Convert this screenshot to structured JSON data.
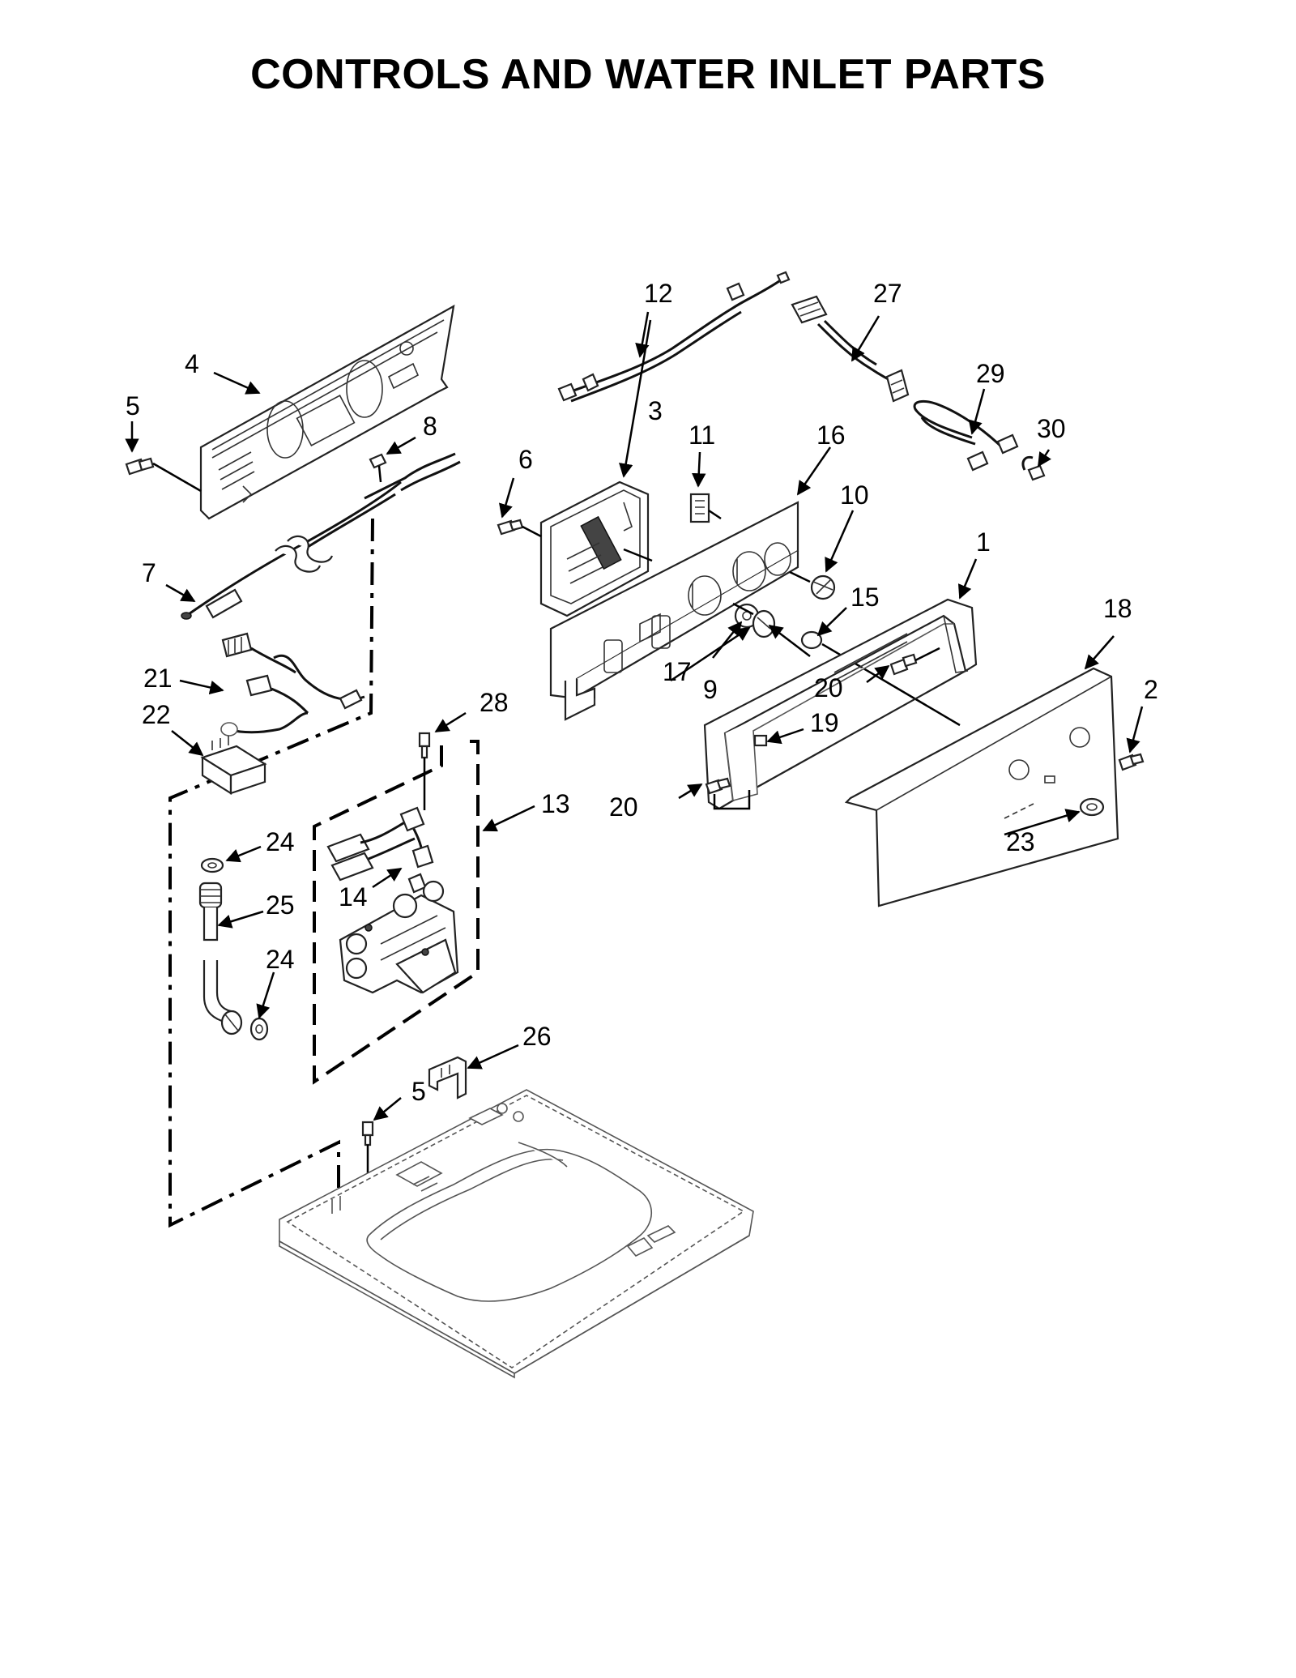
{
  "title": "CONTROLS AND WATER INLET PARTS",
  "callouts": [
    {
      "id": "c1",
      "label": "1"
    },
    {
      "id": "c2",
      "label": "2"
    },
    {
      "id": "c3",
      "label": "3"
    },
    {
      "id": "c4",
      "label": "4"
    },
    {
      "id": "c5a",
      "label": "5"
    },
    {
      "id": "c5b",
      "label": "5"
    },
    {
      "id": "c6",
      "label": "6"
    },
    {
      "id": "c7",
      "label": "7"
    },
    {
      "id": "c8",
      "label": "8"
    },
    {
      "id": "c9",
      "label": "9"
    },
    {
      "id": "c10",
      "label": "10"
    },
    {
      "id": "c11",
      "label": "11"
    },
    {
      "id": "c12",
      "label": "12"
    },
    {
      "id": "c13",
      "label": "13"
    },
    {
      "id": "c14",
      "label": "14"
    },
    {
      "id": "c15",
      "label": "15"
    },
    {
      "id": "c16",
      "label": "16"
    },
    {
      "id": "c17",
      "label": "17"
    },
    {
      "id": "c18",
      "label": "18"
    },
    {
      "id": "c19",
      "label": "19"
    },
    {
      "id": "c20a",
      "label": "20"
    },
    {
      "id": "c20b",
      "label": "20"
    },
    {
      "id": "c21",
      "label": "21"
    },
    {
      "id": "c22",
      "label": "22"
    },
    {
      "id": "c23",
      "label": "23"
    },
    {
      "id": "c24a",
      "label": "24"
    },
    {
      "id": "c24b",
      "label": "24"
    },
    {
      "id": "c25",
      "label": "25"
    },
    {
      "id": "c26",
      "label": "26"
    },
    {
      "id": "c27",
      "label": "27"
    },
    {
      "id": "c28",
      "label": "28"
    },
    {
      "id": "c29",
      "label": "29"
    },
    {
      "id": "c30",
      "label": "30"
    }
  ]
}
